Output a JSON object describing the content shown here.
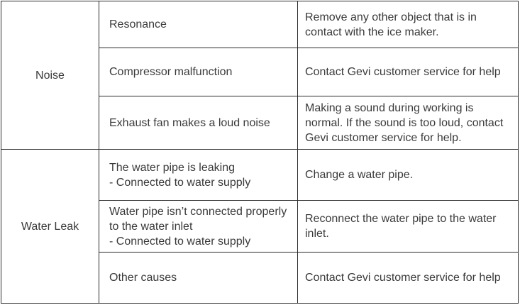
{
  "groups": [
    {
      "problem": "Noise",
      "rows": [
        {
          "cause": [
            "Resonance"
          ],
          "solution": [
            "Remove any other object that is in",
            "contact with the ice maker."
          ]
        },
        {
          "cause": [
            "Compressor malfunction"
          ],
          "solution": [
            "Contact Gevi customer service for help"
          ]
        },
        {
          "cause": [
            "Exhaust fan makes a loud noise"
          ],
          "solution": [
            "Making a sound during working is",
            "normal. If the sound is too loud, contact",
            "Gevi customer service for help."
          ]
        }
      ]
    },
    {
      "problem": "Water Leak",
      "rows": [
        {
          "cause": [
            "The water pipe is leaking",
            "- Connected to water supply"
          ],
          "solution": [
            "Change a water pipe."
          ]
        },
        {
          "cause": [
            "Water pipe isn’t connected properly",
            "to the water inlet",
            "- Connected to water supply"
          ],
          "solution": [
            "Reconnect the water pipe to the water",
            "inlet."
          ]
        },
        {
          "cause": [
            "Other causes"
          ],
          "solution": [
            "Contact Gevi customer service for help"
          ]
        }
      ]
    }
  ]
}
